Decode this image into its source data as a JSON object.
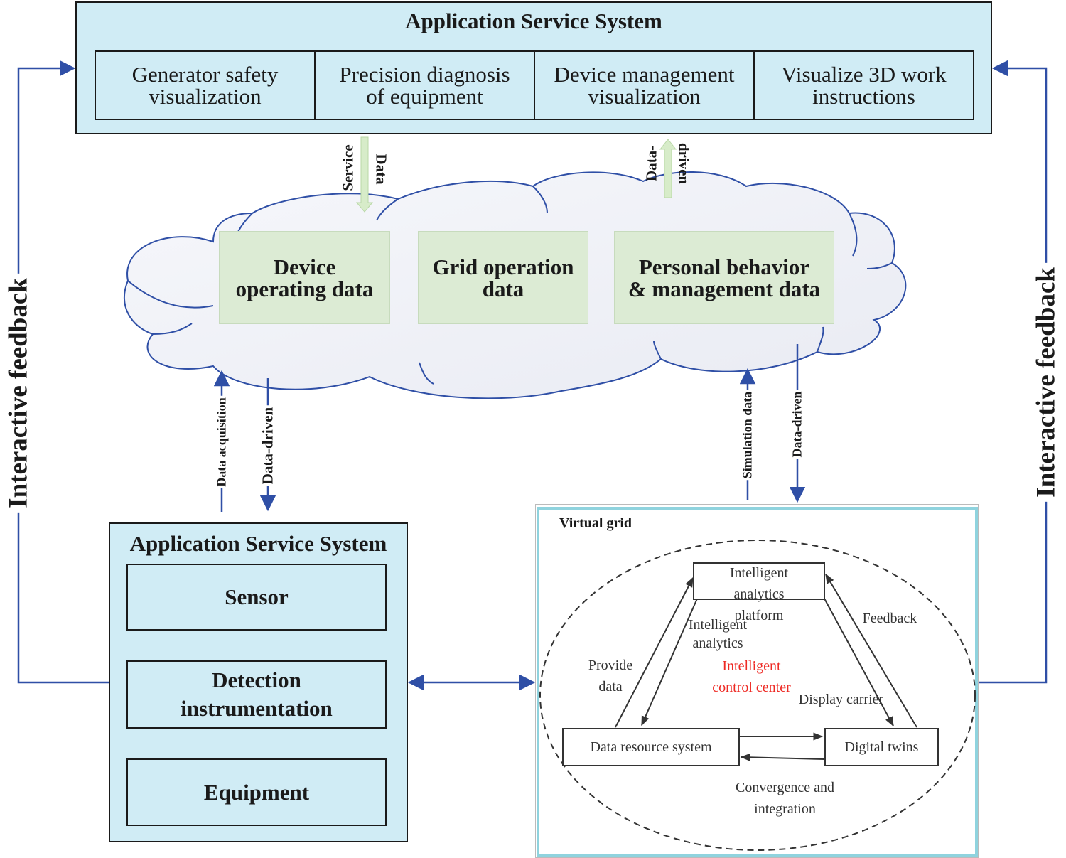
{
  "top_system": {
    "title": "Application Service System",
    "modules": [
      {
        "line1": "Generator safety",
        "line2": "visualization"
      },
      {
        "line1": "Precision diagnosis",
        "line2": "of equipment"
      },
      {
        "line1": "Device management",
        "line2": "visualization"
      },
      {
        "line1": "Visualize 3D work",
        "line2": "instructions"
      }
    ]
  },
  "cloud": {
    "boxes": [
      {
        "line1": "Device",
        "line2": "operating data"
      },
      {
        "line1": "Grid operation",
        "line2": "data"
      },
      {
        "line1": "Personal behavior",
        "line2": "& management data"
      }
    ],
    "arrow_service": {
      "a": "Service",
      "b": "Data"
    },
    "arrow_driven": {
      "a": "Data-",
      "b": "driven"
    }
  },
  "connectors": {
    "data_acquisition": "Data acquisition",
    "data_driven_left": "Data-driven",
    "simulation_data": "Simulation data",
    "data_driven_right": "Data-driven"
  },
  "side_feedback": {
    "left": "Interactive feedback",
    "right": "Interactive feedback"
  },
  "bottom_system": {
    "title": "Application Service System",
    "items": [
      {
        "line1": "Sensor",
        "line2": ""
      },
      {
        "line1": "Detection",
        "line2": "instrumentation"
      },
      {
        "line1": "Equipment",
        "line2": ""
      }
    ]
  },
  "virtual_grid": {
    "title": "Virtual grid",
    "platform": {
      "line1": "Intelligent",
      "line2": "analytics",
      "line3": "platform"
    },
    "data_resource": "Data resource system",
    "digital_twins": "Digital twins",
    "center": {
      "line1": "Intelligent",
      "line2": "control center",
      "color": "#ee2a24"
    },
    "labels": {
      "provide": {
        "line1": "Provide",
        "line2": "data"
      },
      "analytics": {
        "line1": "Intelligent",
        "line2": "analytics"
      },
      "feedback": "Feedback",
      "display": "Display carrier",
      "convergence": {
        "line1": "Convergence and",
        "line2": "integration"
      }
    }
  },
  "colors": {
    "panel_fill": "#d0ecf5",
    "cloud_box_fill": "#dcebd4",
    "connector_blue": "#2f4fa6",
    "virtual_grid_border": "#8fd3de",
    "cloud_outline": "#2f4fa6"
  }
}
